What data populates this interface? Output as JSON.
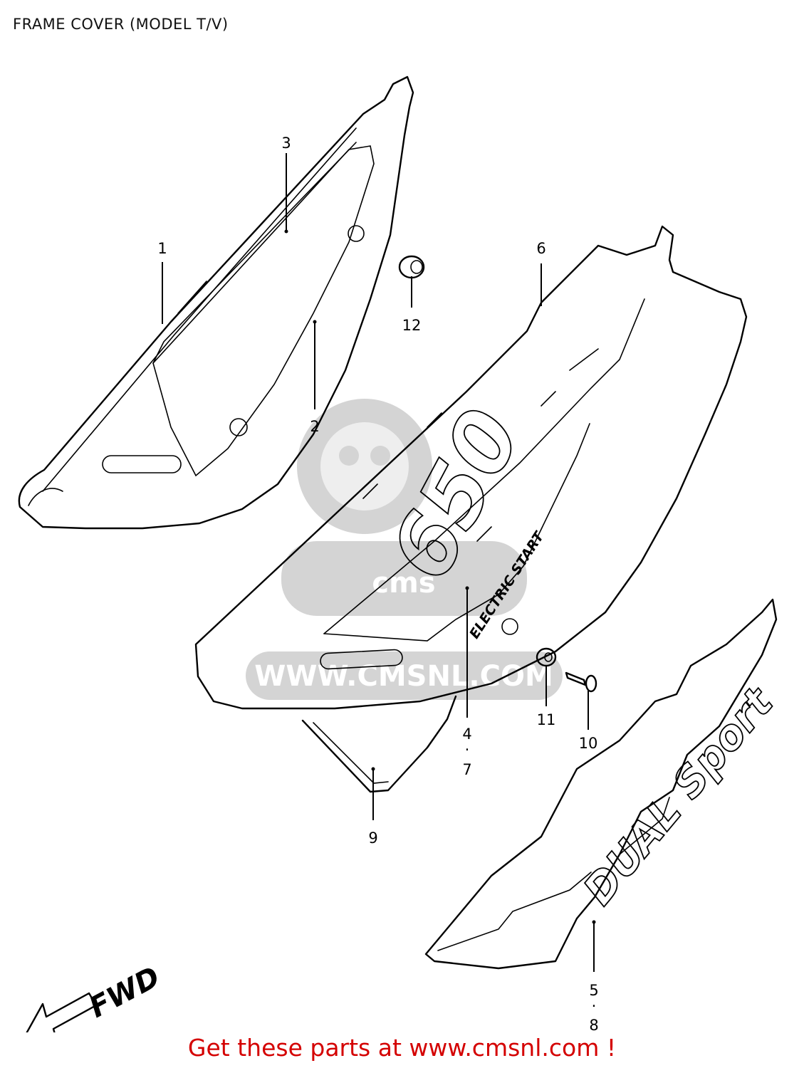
{
  "title": "FRAME COVER (MODEL T/V)",
  "watermark": {
    "logo_text": "cms",
    "url_text": "WWW.CMSNL.COM"
  },
  "decals": {
    "number": "650",
    "subtitle": "ELECTRIC START",
    "badge": "DUAL Sport"
  },
  "direction_marker": "FWD",
  "callouts": {
    "c1": "1",
    "c2": "2",
    "c3": "3",
    "c4": "4",
    "c4_sep": "·",
    "c7": "7",
    "c5": "5",
    "c5_sep": "·",
    "c8": "8",
    "c6": "6",
    "c9": "9",
    "c10": "10",
    "c11": "11",
    "c12": "12"
  },
  "footer": "Get these parts at www.cmsnl.com !",
  "colors": {
    "footer": "#d40000",
    "watermark": "#d4d4d4",
    "line": "#000000"
  }
}
